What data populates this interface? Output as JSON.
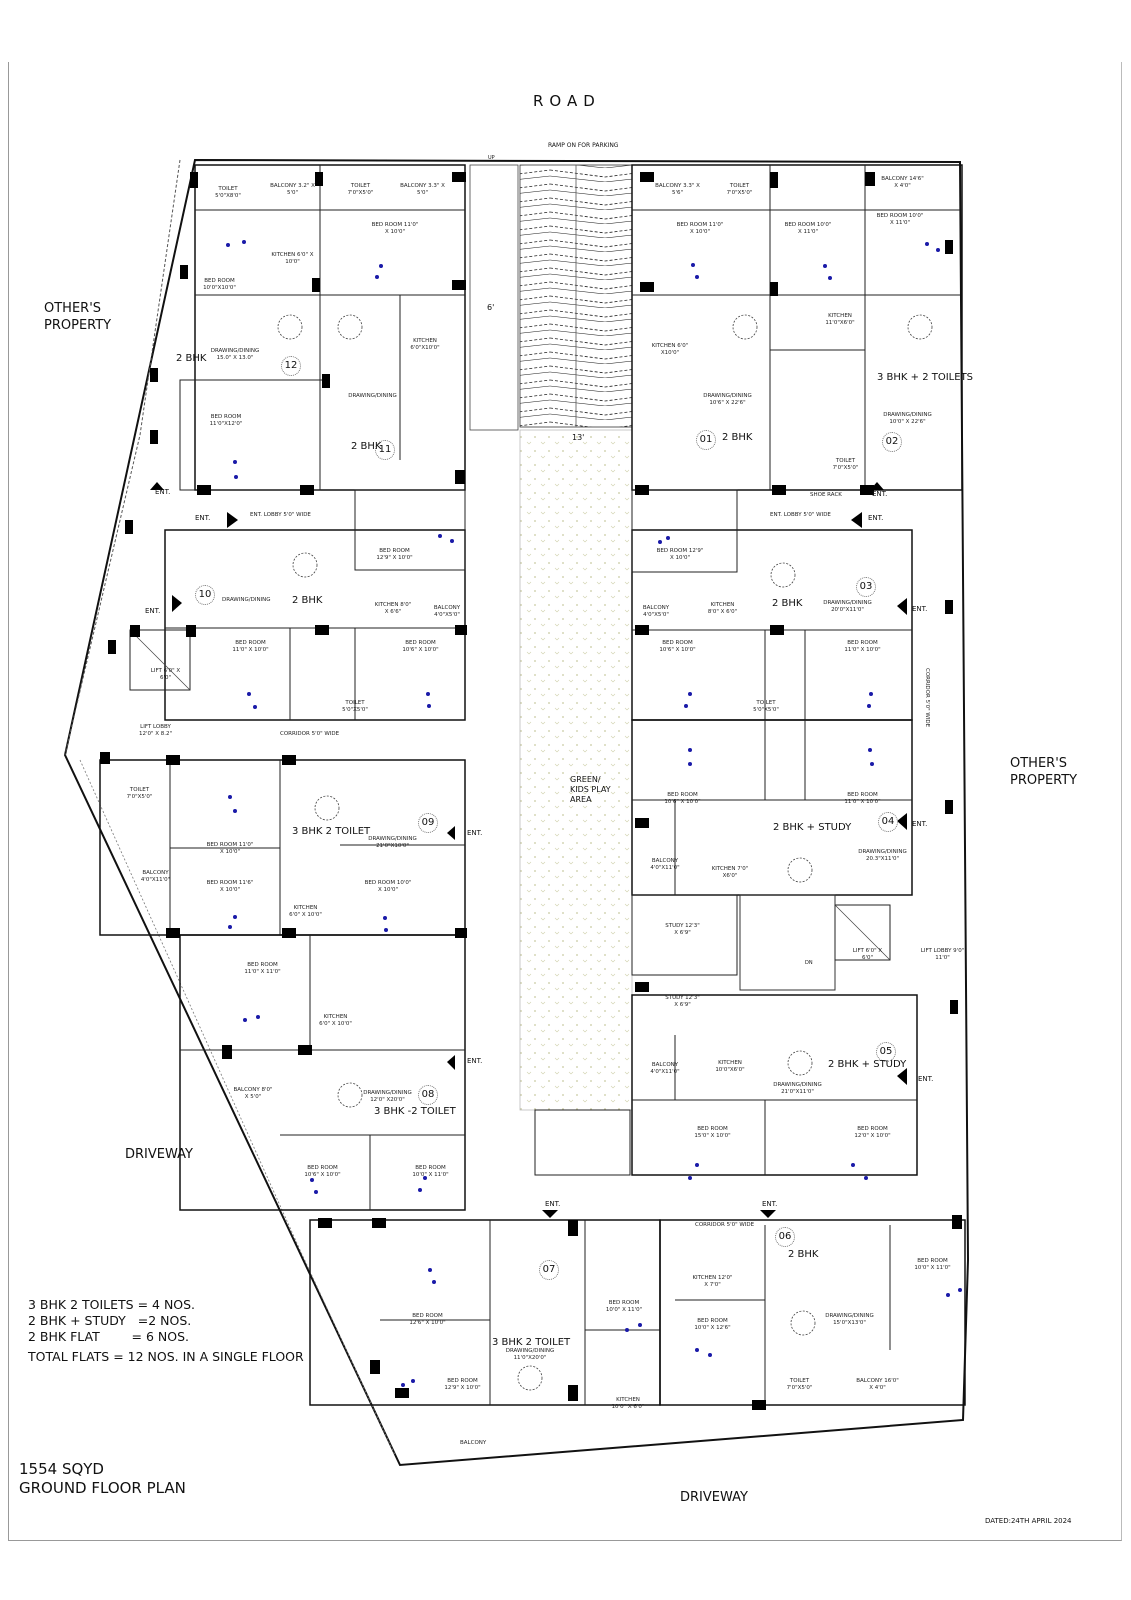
{
  "title": {
    "area": "1554 SQYD",
    "plan_name": "GROUND FLOOR PLAN",
    "dated": "DATED:24TH APRIL 2024"
  },
  "surroundings": {
    "road": "ROAD",
    "ramp": "RAMP ON FOR PARKING",
    "others_left": "OTHER'S PROPERTY",
    "others_right": "OTHER'S PROPERTY",
    "driveway_left": "DRIVEWAY",
    "driveway_bottom": "DRIVEWAY",
    "green_area": "GREEN/ KIDS PLAY AREA",
    "dim_ramp_side": "6'",
    "dim_green_width": "13'"
  },
  "summary": {
    "line1": "3 BHK 2 TOILETS = 4 NOS.",
    "line2": "2 BHK + STUDY   =2 NOS.",
    "line3": "2 BHK FLAT        = 6 NOS.",
    "total": "TOTAL FLATS = 12 NOS. IN A SINGLE FLOOR"
  },
  "units": [
    {
      "no": "01",
      "type": "2 BHK"
    },
    {
      "no": "02",
      "type": "3 BHK + 2 TOILETS"
    },
    {
      "no": "03",
      "type": "2 BHK"
    },
    {
      "no": "04",
      "type": "2 BHK + STUDY"
    },
    {
      "no": "05",
      "type": "2 BHK + STUDY"
    },
    {
      "no": "06",
      "type": "2 BHK"
    },
    {
      "no": "07",
      "type": "3 BHK 2 TOILET"
    },
    {
      "no": "08",
      "type": "3 BHK -2 TOILET"
    },
    {
      "no": "09",
      "type": "3 BHK 2 TOILET"
    },
    {
      "no": "10",
      "type": "2 BHK"
    },
    {
      "no": "11",
      "type": "2 BHK"
    },
    {
      "no": "12",
      "type": "2 BHK"
    }
  ],
  "rooms": {
    "u12_toilet": "TOILET 5'0\"X8'0\"",
    "u12_balcony": "BALCONY 3.2\" X 5'0\"",
    "u12_bed": "BED ROOM 10'0\"X10'0\"",
    "u12_kitchen": "KITCHEN 6'0\" X 10'0\"",
    "u12_drawing": "DRAWING/DINING 15.0\" X 13.0\"",
    "u11_toilet": "TOILET 7'0\"X5'0\"",
    "u11_balcony": "BALCONY 3.3\" X 5'0\"",
    "u11_bed": "BED ROOM 11'0\" X 10'0\"",
    "u11_kitchen": "KITCHEN 6'0\"X10'0\"",
    "u11_drawing": "DRAWING/DINING",
    "u12_bed2": "BED ROOM 11'0\"X12'0\"",
    "u01_balcony": "BALCONY 3.3\" X 5'6\"",
    "u01_toilet": "TOILET 7'0\"X5'0\"",
    "u01_bed": "BED ROOM 11'0\" X 10'0\"",
    "u01_kitchen": "KITCHEN 6'0\" X10'0\"",
    "u01_drawing": "DRAWING/DINING 10'6\" X 22'6\"",
    "u02_balcony": "BALCONY 14'6\" X 4'0\"",
    "u02_bed": "BED ROOM 10'0\" X 11'0\"",
    "u02_kitchen": "KITCHEN 11'0\"X6'0\"",
    "u02_bed2": "BED ROOM 10'0\" X 11'0\"",
    "u02_drawing": "DRAWING/DINING 10'0\" X 22'6\"",
    "u02_toilet": "TOILET 7'0\"X5'0\"",
    "shoe_rack": "SHOE RACK",
    "lobby_left": "ENT. LOBBY 5'0\" WIDE",
    "lobby_right": "ENT. LOBBY 5'0\" WIDE",
    "u10_drawing": "DRAWING/DINING",
    "u10_bed1": "BED ROOM 11'0\" X 10'0\"",
    "u10_bed2": "BED ROOM 10'6\" X 10'0\"",
    "u10_bed_top": "BED ROOM 12'9\" X 10'0\"",
    "u10_kitchen": "KITCHEN 8'0\" X 6'6\"",
    "u10_balcony": "BALCONY 4'0\"X5'0\"",
    "u10_toilet": "TOILET 5'0\"X5'0\"",
    "lift_left": "LIFT 6'0\" X 6'0\"",
    "lift_lobby_left": "LIFT LOBBY 12'0\" X 8.2\"",
    "corridor_left": "CORRIDOR 5'0\" WIDE",
    "u03_bed_top": "BED ROOM 12'9\" X 10'0\"",
    "u03_kitchen": "KITCHEN 8'0\" X 6'0\"",
    "u03_balcony": "BALCONY 4'0\"X5'0\"",
    "u03_drawing": "DRAWING/DINING 20'0\"X11'0\"",
    "u03_bed1": "BED ROOM 10'6\" X 10'0\"",
    "u03_bed2": "BED ROOM 11'0\" X 10'0\"",
    "u03_toilet": "TOILET 5'0\"X5'0\"",
    "corridor_right": "CORRIDOR 5'0\" WIDE",
    "u09_toilet": "TOILET 7'0\"X5'0\"",
    "u09_bed1": "BED ROOM 11'0\" X 10'0\"",
    "u09_bed2": "BED ROOM 11'6\" X 10'0\"",
    "u09_bed3": "BED ROOM 10'0\" X 10'0\"",
    "u09_balcony": "BALCONY 4'0\"X11'0\"",
    "u09_drawing": "DRAWING/DINING 21'0\"X10'0\"",
    "u09_kitchen": "KITCHEN 6'0\" X 10'0\"",
    "u04_bed1": "BED ROOM 10'6\" X 10'0\"",
    "u04_bed2": "BED ROOM 11'0\" X 10'0\"",
    "u04_kitchen": "KITCHEN 7'0\" X6'0\"",
    "u04_balcony": "BALCONY 4'0\"X11'0\"",
    "u04_drawing": "DRAWING/DINING 20.3\"X11'0\"",
    "u04_study": "STUDY 12'3\" X 6'9\"",
    "lift_right": "LIFT 6'0\" X 6'0\"",
    "lift_lobby_right": "LIFT LOBBY 9'0\" 11'0\"",
    "u05_study": "STUDY 12'3\" X 6'9\"",
    "u05_kitchen": "KITCHEN 10'0\"X6'0\"",
    "u05_balcony": "BALCONY 4'0\"X11'0\"",
    "u05_drawing": "DRAWING/DINING 21'0\"X11'0\"",
    "u05_bed1": "BED ROOM 15'0\" X 10'0\"",
    "u05_bed2": "BED ROOM 12'0\" X 10'0\"",
    "u08_bed": "BED ROOM 11'0\" X 11'0\"",
    "u08_kitchen": "KITCHEN 6'0\" X 10'0\"",
    "u08_balcony": "BALCONY 8'0\" X 5'0\"",
    "u08_drawing": "DRAWING/DINING 12'0\" X20'0\"",
    "u08_bed2": "BED ROOM 10'6\" X 10'0\"",
    "u08_bed3": "BED ROOM 10'0\" X 11'0\"",
    "u07_bed1": "BED ROOM 12'6\" X 10'0\"",
    "u07_bed2": "BED ROOM 12'9\" X 10'0\"",
    "u07_bed3": "BED ROOM 10'0\" X 11'0\"",
    "u07_drawing": "DRAWING/DINING 11'0\"X20'0\"",
    "u07_kitchen": "KITCHEN 10'0\" X 6'0\"",
    "u07_balcony": "BALCONY",
    "u06_kitchen": "KITCHEN 12'0\" X 7'0\"",
    "u06_bed1": "BED ROOM 10'0\" X 12'6\"",
    "u06_bed2": "BED ROOM 10'0\" X 11'0\"",
    "u06_drawing": "DRAWING/DINING 15'0\"X13'0\"",
    "u06_balcony": "BALCONY 16'0\" X 4'0\"",
    "u06_toilet": "TOILET 7'0\"X5'0\"",
    "corridor_bottom": "CORRIDOR 5'0\" WIDE"
  },
  "labels": {
    "ent": "ENT.",
    "up": "UP",
    "dn": "DN"
  },
  "colors": {
    "wall": "#111111",
    "column": "#000000",
    "green_dots": "#c8c9a0",
    "bed_dot": "#1a1aa8",
    "border": "#999999"
  }
}
